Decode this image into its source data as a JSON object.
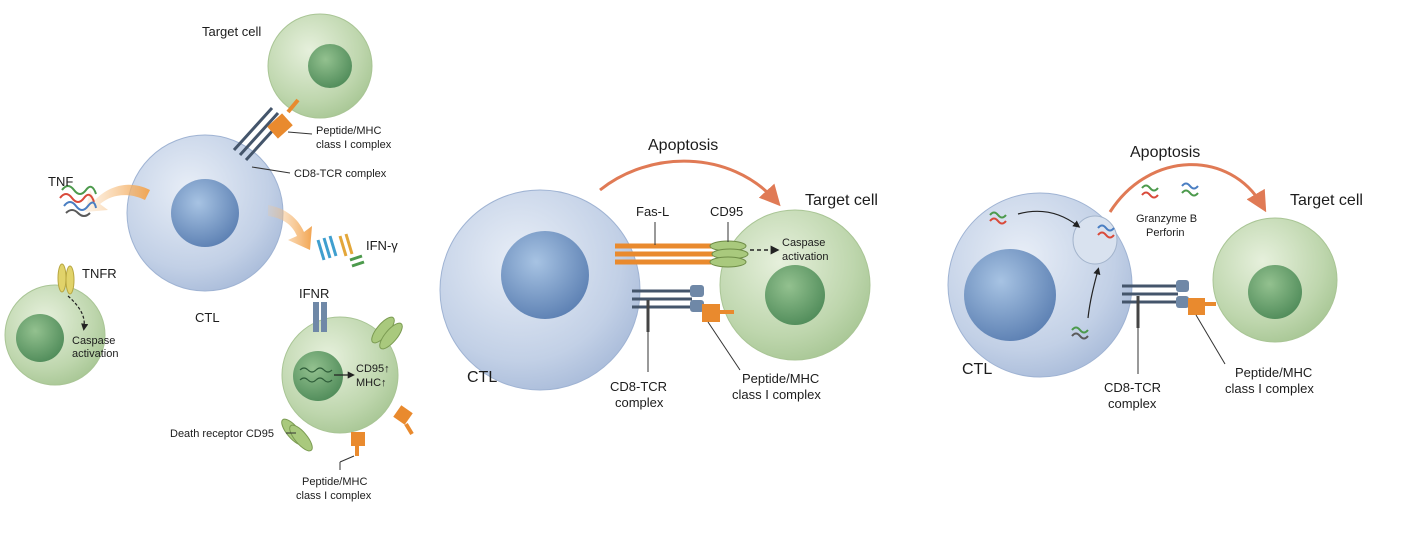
{
  "panel_left": {
    "target_cell": "Target cell",
    "peptide_mhc": [
      "Peptide/MHC",
      "class I complex"
    ],
    "cd8_tcr": "CD8-TCR complex",
    "tnf": "TNF",
    "ifn": "IFN-γ",
    "tnfr": "TNFR",
    "caspase": [
      "Caspase",
      "activation"
    ],
    "ctl": "CTL",
    "ifnr": "IFNR",
    "cd95_up": "CD95↑",
    "mhc_up": "MHC↑",
    "death_receptor": "Death receptor CD95",
    "peptide_mhc_bottom": [
      "Peptide/MHC",
      "class I complex"
    ]
  },
  "panel_mid": {
    "apoptosis": "Apoptosis",
    "target_cell": "Target cell",
    "fas_l": "Fas-L",
    "cd95": "CD95",
    "caspase": [
      "Caspase",
      "activation"
    ],
    "ctl": "CTL",
    "cd8_tcr": [
      "CD8-TCR",
      "complex"
    ],
    "peptide_mhc": [
      "Peptide/MHC",
      "class I complex"
    ]
  },
  "panel_right": {
    "apoptosis": "Apoptosis",
    "granzyme": "Granzyme B",
    "perforin": "Perforin",
    "target_cell": "Target cell",
    "ctl": "CTL",
    "cd8_tcr": [
      "CD8-TCR",
      "complex"
    ],
    "peptide_mhc": [
      "Peptide/MHC",
      "class I complex"
    ]
  }
}
